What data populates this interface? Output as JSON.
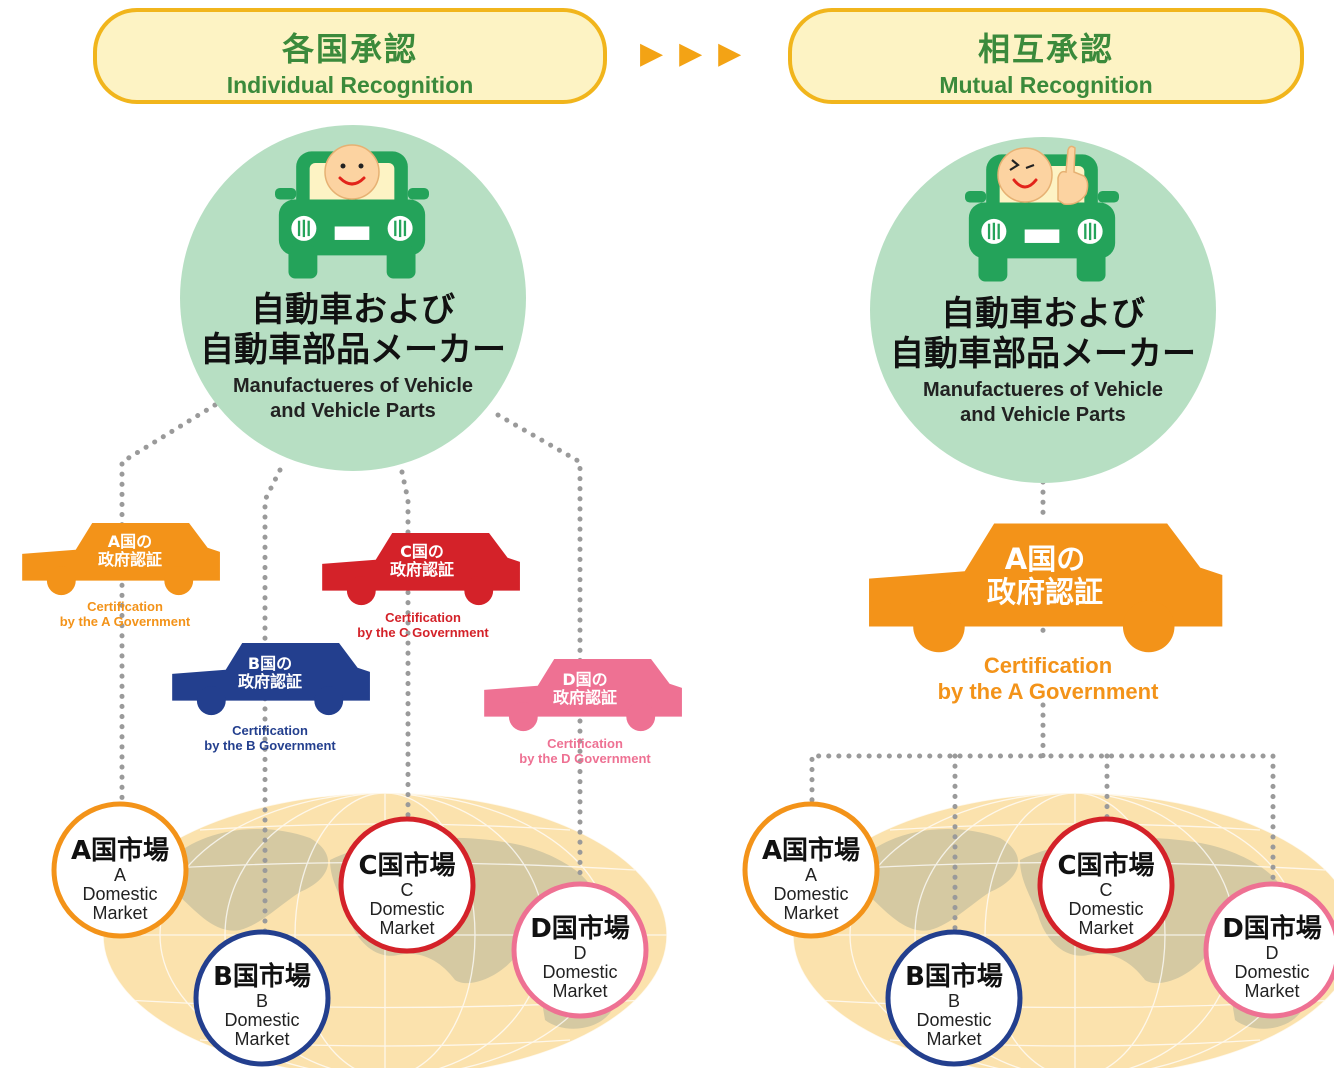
{
  "left": {
    "title_jp": "各国承認",
    "title_en": "Individual Recognition",
    "maker_jp_1": "自動車および",
    "maker_jp_2": "自動車部品メーカー",
    "maker_en_1": "Manufactueres of Vehicle",
    "maker_en_2": "and Vehicle Parts",
    "certs": [
      {
        "jp1": "A国の",
        "jp2": "政府認証",
        "en1": "Certification",
        "en2": "by the A Government",
        "color": "#f39319"
      },
      {
        "jp1": "B国の",
        "jp2": "政府認証",
        "en1": "Certification",
        "en2": "by the B Government",
        "color": "#233f8e"
      },
      {
        "jp1": "C国の",
        "jp2": "政府認証",
        "en1": "Certification",
        "en2": "by the C Government",
        "color": "#d42229"
      },
      {
        "jp1": "D国の",
        "jp2": "政府認証",
        "en1": "Certification",
        "en2": "by the D Government",
        "color": "#ee7193"
      }
    ],
    "markets": [
      {
        "jp": "A国市場",
        "l1": "A",
        "l2": "Domestic",
        "l3": "Market",
        "color": "#f39319"
      },
      {
        "jp": "B国市場",
        "l1": "B",
        "l2": "Domestic",
        "l3": "Market",
        "color": "#233f8e"
      },
      {
        "jp": "C国市場",
        "l1": "C",
        "l2": "Domestic",
        "l3": "Market",
        "color": "#d42229"
      },
      {
        "jp": "D国市場",
        "l1": "D",
        "l2": "Domestic",
        "l3": "Market",
        "color": "#ee7193"
      }
    ]
  },
  "right": {
    "title_jp": "相互承認",
    "title_en": "Mutual Recognition",
    "maker_jp_1": "自動車および",
    "maker_jp_2": "自動車部品メーカー",
    "maker_en_1": "Manufactueres of Vehicle",
    "maker_en_2": "and Vehicle Parts",
    "cert": {
      "jp1": "A国の",
      "jp2": "政府認証",
      "en1": "Certification",
      "en2": "by the A Government",
      "color": "#f39319"
    },
    "markets": [
      {
        "jp": "A国市場",
        "l1": "A",
        "l2": "Domestic",
        "l3": "Market",
        "color": "#f39319"
      },
      {
        "jp": "B国市場",
        "l1": "B",
        "l2": "Domestic",
        "l3": "Market",
        "color": "#233f8e"
      },
      {
        "jp": "C国市場",
        "l1": "C",
        "l2": "Domestic",
        "l3": "Market",
        "color": "#d42229"
      },
      {
        "jp": "D国市場",
        "l1": "D",
        "l2": "Domestic",
        "l3": "Market",
        "color": "#ee7193"
      }
    ]
  },
  "colors": {
    "header_border": "#f1b51c",
    "header_fill": "#fdf3c4",
    "header_text": "#3b8a3b",
    "arrow": "#f3a315",
    "maker_circle": "#b7dfc3",
    "car_green": "#24a35a",
    "globe": "#fbe2ad",
    "land": "#d5c9a2",
    "dots": "#9a9a9a"
  }
}
